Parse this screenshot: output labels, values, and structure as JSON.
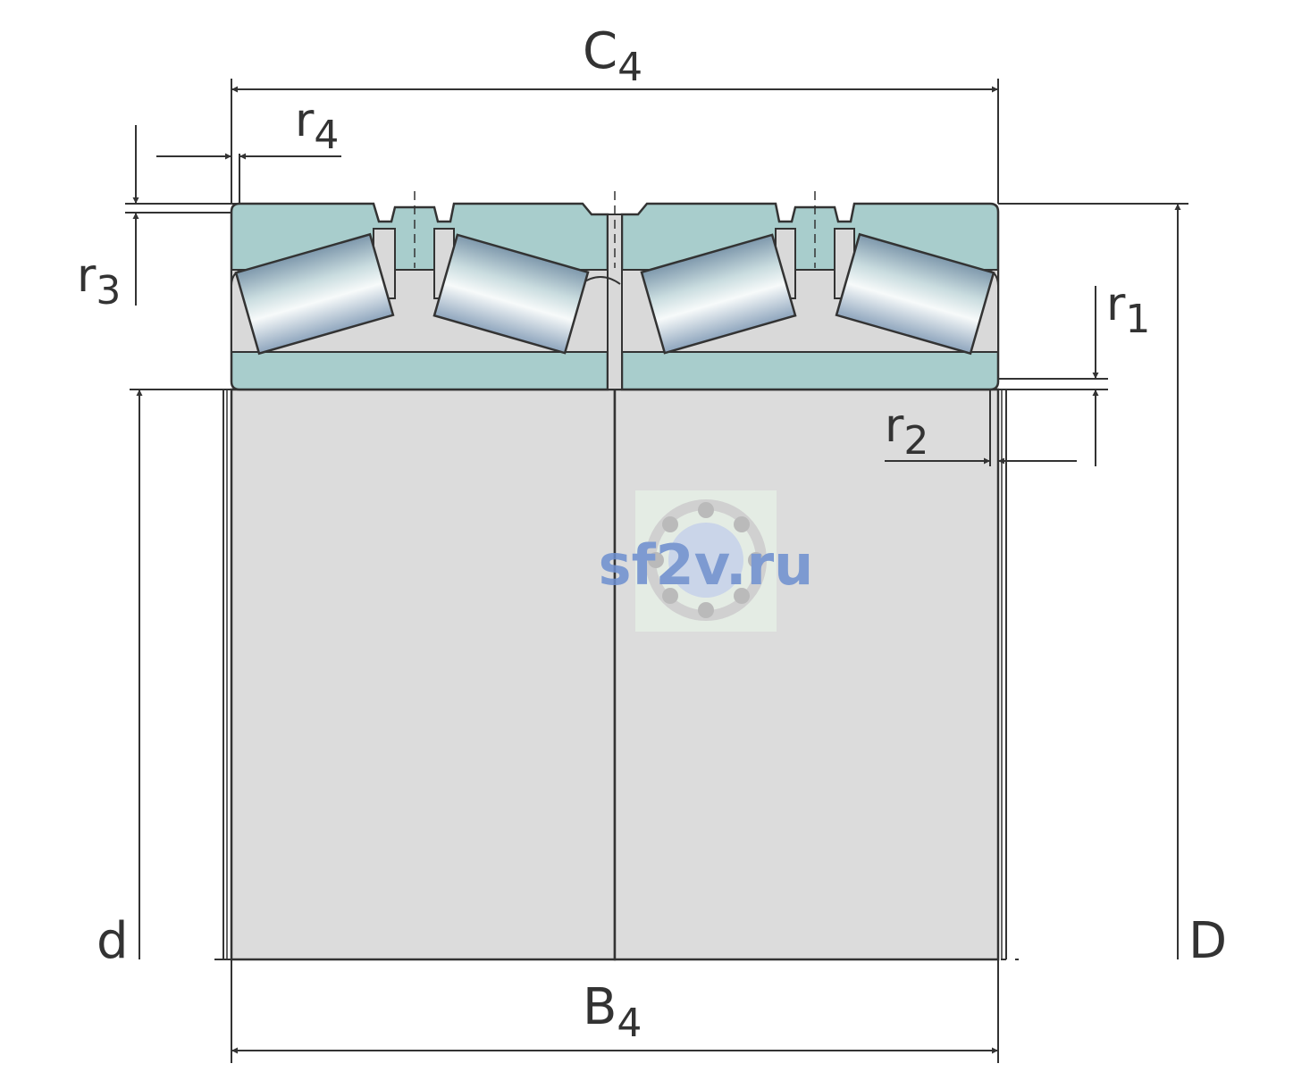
{
  "dimensions": {
    "C": {
      "main": "C",
      "sub": "4"
    },
    "B": {
      "main": "B",
      "sub": "4"
    },
    "d": {
      "main": "d"
    },
    "D": {
      "main": "D"
    },
    "r1": {
      "main": "r",
      "sub": "1"
    },
    "r2": {
      "main": "r",
      "sub": "2"
    },
    "r3": {
      "main": "r",
      "sub": "3"
    },
    "r4": {
      "main": "r",
      "sub": "4"
    }
  },
  "watermark": {
    "text": "sf2v.ru",
    "color": "#6d8fd0",
    "logo": "ball-bearing-icon"
  },
  "colors": {
    "line": "#333333",
    "outer_ring": "#a8cdcc",
    "inner_bore": "#dcdcdc",
    "cage": "#d9d9d9",
    "roller_light": "#f2f6f6",
    "roller_dark": "#8fa9b9"
  }
}
